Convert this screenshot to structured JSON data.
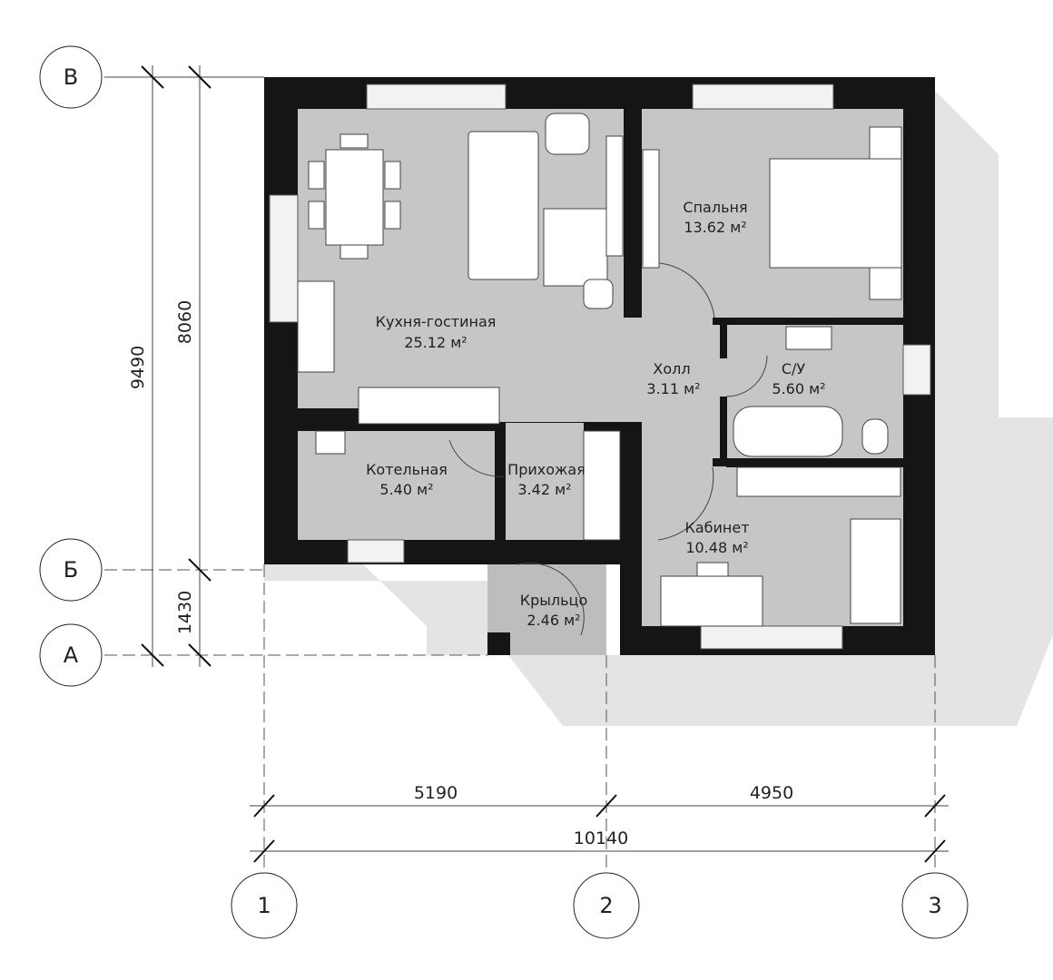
{
  "rooms": [
    {
      "name": "Кухня-гостиная",
      "area": "25.12 м²"
    },
    {
      "name": "Спальня",
      "area": "13.62 м²"
    },
    {
      "name": "Холл",
      "area": "3.11 м²"
    },
    {
      "name": "С/У",
      "area": "5.60 м²"
    },
    {
      "name": "Котельная",
      "area": "5.40 м²"
    },
    {
      "name": "Прихожая",
      "area": "3.42 м²"
    },
    {
      "name": "Кабинет",
      "area": "10.48 м²"
    },
    {
      "name": "Крыльцо",
      "area": "2.46 м²"
    }
  ],
  "axes": {
    "rows": [
      "В",
      "Б",
      "А"
    ],
    "cols": [
      "1",
      "2",
      "3"
    ]
  },
  "dimensions": {
    "vertical_total": "9490",
    "vertical_main": "8060",
    "vertical_porch": "1430",
    "horizontal_left": "5190",
    "horizontal_right": "4950",
    "horizontal_total": "10140"
  },
  "colors": {
    "wall": "#151515",
    "floor": "#c6c6c6",
    "shadow": "#e3e3e3"
  }
}
